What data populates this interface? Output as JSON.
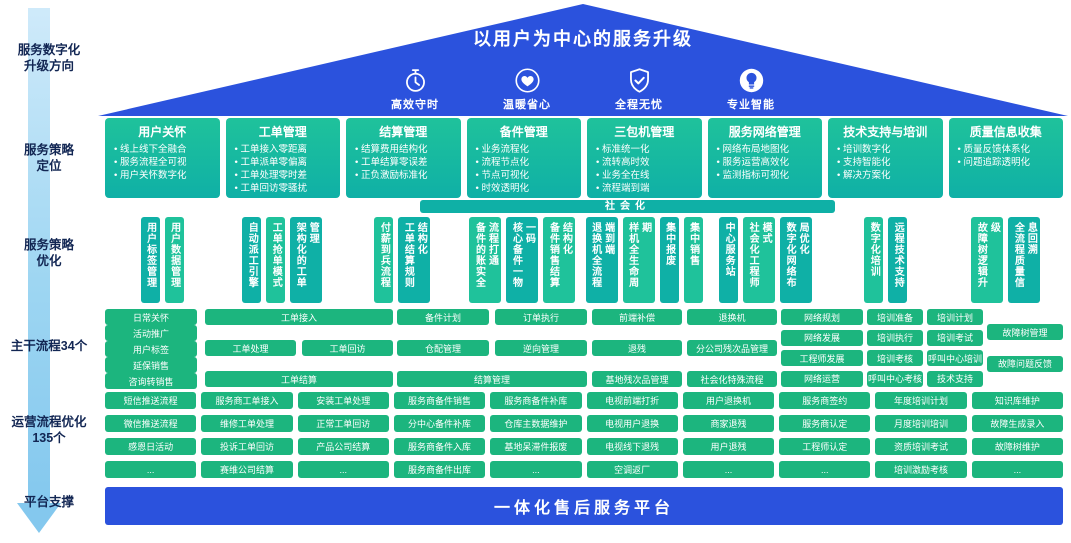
{
  "colors": {
    "roof_blue": "#2b52dd",
    "teal": "#0fb0a6",
    "teal_light": "#1fc29b",
    "green": "#1cb57e",
    "arrow_blue": "#84c8ee"
  },
  "left_rail": {
    "labels": [
      "服务数字化\n升级方向",
      "服务策略\n定位",
      "服务策略\n优化",
      "主干流程34个",
      "运营流程优化\n135个",
      "平台支撑"
    ]
  },
  "roof": {
    "title": "以用户为中心的服务升级",
    "values": [
      {
        "icon": "clock-icon",
        "label": "高效守时"
      },
      {
        "icon": "heart-icon",
        "label": "温暖省心"
      },
      {
        "icon": "shield-icon",
        "label": "全程无忧"
      },
      {
        "icon": "bulb-icon",
        "label": "专业智能"
      }
    ]
  },
  "strategy_row": [
    {
      "title": "用户关怀",
      "items": [
        "线上线下全融合",
        "服务流程全可视",
        "用户关怀数字化"
      ]
    },
    {
      "title": "工单管理",
      "items": [
        "工单接入零距离",
        "工单派单零偏离",
        "工单处理零时差",
        "工单回访零骚扰"
      ]
    },
    {
      "title": "结算管理",
      "items": [
        "结算费用结构化",
        "工单结算零误差",
        "正负激励标准化"
      ]
    },
    {
      "title": "备件管理",
      "items": [
        "业务流程化",
        "流程节点化",
        "节点可视化",
        "时效透明化"
      ]
    },
    {
      "title": "三包机管理",
      "items": [
        "标准统一化",
        "流转高时效",
        "业务全在线",
        "流程端到端"
      ]
    },
    {
      "title": "服务网络管理",
      "items": [
        "网络布局地图化",
        "服务运营高效化",
        "监测指标可视化"
      ]
    },
    {
      "title": "技术支持与培训",
      "items": [
        "培训数字化",
        "支持智能化",
        "解决方案化"
      ]
    },
    {
      "title": "质量信息收集",
      "items": [
        "质量反馈体系化",
        "问题追踪透明化"
      ]
    }
  ],
  "social_bar": "社会化",
  "optimize_row": [
    [
      "用户标签管理",
      "用户数据管理"
    ],
    [
      "自动派工引擎",
      "工单抢单模式",
      "架构化的工单管理"
    ],
    [
      "付薪到兵流程",
      "工单结算规则结构化"
    ],
    [
      "备件的账实全流程打通",
      "核心备件一物一码",
      "备件销售结算结构化"
    ],
    [
      "退换机全流程端到端",
      "样机全生命周期",
      "集中报废",
      "集中销售"
    ],
    [
      "中心服务站",
      "社会化工程师模式",
      "数字化网络布局优化"
    ],
    [
      "数字化培训",
      "远程技术支持"
    ],
    [
      "故障树逻辑升级",
      "全流程质量信息回溯"
    ]
  ],
  "backbone_row": [
    [
      [
        "日常关怀"
      ],
      [
        "活动推广"
      ],
      [
        "用户标签"
      ],
      [
        "延保销售"
      ],
      [
        "咨询转销售"
      ]
    ],
    [
      [
        "工单接入"
      ],
      [
        "工单处理",
        "工单回访"
      ],
      [
        "工单结算"
      ]
    ],
    [
      [
        "备件计划",
        "订单执行"
      ],
      [
        "仓配管理",
        "逆向管理"
      ],
      [
        "结算管理"
      ]
    ],
    [
      [
        "前端补偿"
      ],
      [
        "退残"
      ],
      [
        "基地残次品管理"
      ]
    ],
    [
      [
        "退换机"
      ],
      [
        "分公司残次品管理"
      ],
      [
        "社会化特殊流程"
      ]
    ],
    [
      [
        "网络规划"
      ],
      [
        "网络发展"
      ],
      [
        "工程师发展"
      ],
      [
        "网络运营"
      ]
    ],
    [
      [
        "培训准备"
      ],
      [
        "培训执行"
      ],
      [
        "培训考核"
      ],
      [
        "呼叫中心考核"
      ]
    ],
    [
      [
        "培训计划"
      ],
      [
        "培训考试"
      ],
      [
        "呼叫中心培训"
      ],
      [
        "技术支持"
      ]
    ],
    [
      [
        "故障树管理"
      ],
      [
        "故障问题反馈"
      ]
    ]
  ],
  "operation_row": [
    [
      "短信推送流程",
      "微信推送流程",
      "感恩日活动",
      "..."
    ],
    [
      "服务商工单接入",
      "维修工单处理",
      "投诉工单回访",
      "赛维公司结算"
    ],
    [
      "安装工单处理",
      "正常工单回访",
      "产品公司结算",
      "..."
    ],
    [
      "服务商备件销售",
      "分中心备件补库",
      "服务商备件入库",
      "服务商备件出库"
    ],
    [
      "服务商备件补库",
      "仓库主数据维护",
      "基地呆滞件报废",
      "..."
    ],
    [
      "电视前端打折",
      "电视用户退换",
      "电视线下退残",
      "空调返厂"
    ],
    [
      "用户退换机",
      "商家退残",
      "用户退残",
      "..."
    ],
    [
      "服务商签约",
      "服务商认定",
      "工程师认定",
      "..."
    ],
    [
      "年度培训计划",
      "月度培训培训",
      "资质培训考试",
      "培训激励考核"
    ],
    [
      "知识库维护",
      "故障生成录入",
      "故障树维护",
      "..."
    ]
  ],
  "platform": "一体化售后服务平台"
}
